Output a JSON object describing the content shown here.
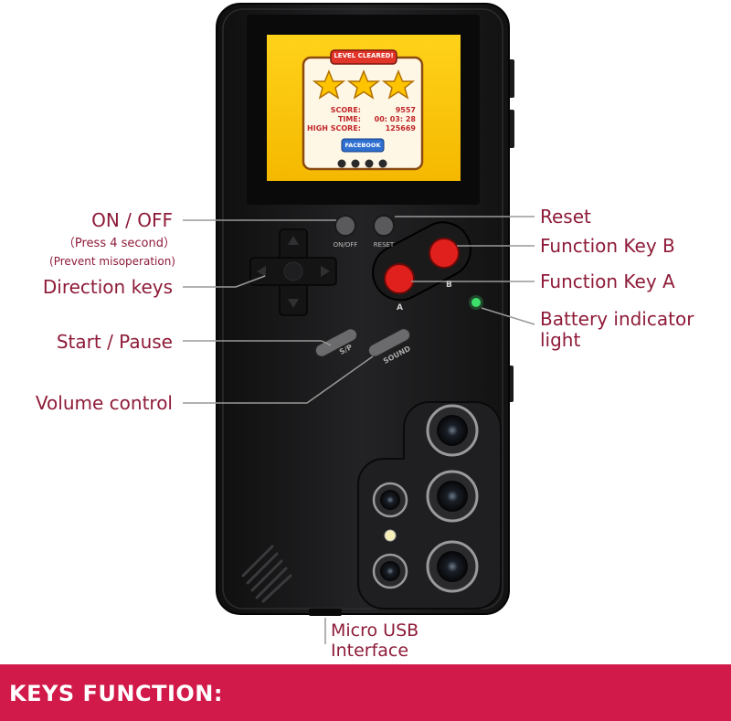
{
  "labels": {
    "on_off": "ON / OFF",
    "on_off_note1": "（Press 4 second）",
    "on_off_note2": "(Prevent misoperation)",
    "direction_keys": "Direction keys",
    "start_pause": "Start / Pause",
    "volume_control": "Volume control",
    "reset": "Reset",
    "function_key_b": "Function Key B",
    "function_key_a": "Function Key A",
    "battery_line1": "Battery indicator",
    "battery_line2": "light",
    "usb_line1": "Micro USB",
    "usb_line2": "Interface"
  },
  "device_labels": {
    "on_off_btn": "ON/OFF",
    "reset_btn": "RESET",
    "a": "A",
    "b": "B",
    "sp": "S/P",
    "sound": "SOUND"
  },
  "screen": {
    "banner": "LEVEL CLEARED!",
    "score_label": "SCORE:",
    "score_value": "9557",
    "time_label": "TIME:",
    "time_value": "00: 03: 28",
    "high_label": "HIGH SCORE:",
    "high_value": "125669",
    "facebook": "FACEBOOK"
  },
  "footer": {
    "title": "KEYS FUNCTION:"
  },
  "colors": {
    "label": "#8e1b38",
    "banner": "#d11a4a",
    "phone_body": "#1c1c1e",
    "red_button": "#e0201c",
    "led": "#3ee06a"
  }
}
